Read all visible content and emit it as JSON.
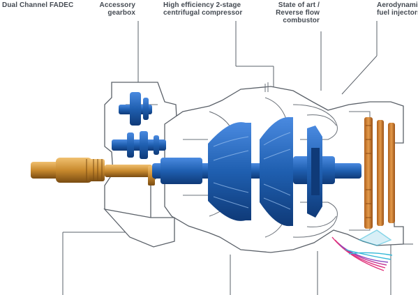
{
  "labels": {
    "fadec": "Dual Channel FADEC",
    "gearbox_line1": "Accessory",
    "gearbox_line2": "gearbox",
    "compressor_line1": "High efficiency 2-stage",
    "compressor_line2": "centrifugal compressor",
    "combustor_line1": "State of art /",
    "combustor_line2": "Reverse flow",
    "combustor_line3": "combustor",
    "injectors_line1": "Aerodynamic",
    "injectors_line2": "fuel injectors"
  },
  "colors": {
    "rotor_blue": "#1f5fb0",
    "rotor_blue_dark": "#123f7e",
    "shaft_gold": "#c98a2e",
    "shaft_gold_dark": "#8a5a16",
    "casing_line": "#5a6068",
    "logo_pink": "#e0307a",
    "logo_cyan": "#35b9d8"
  }
}
